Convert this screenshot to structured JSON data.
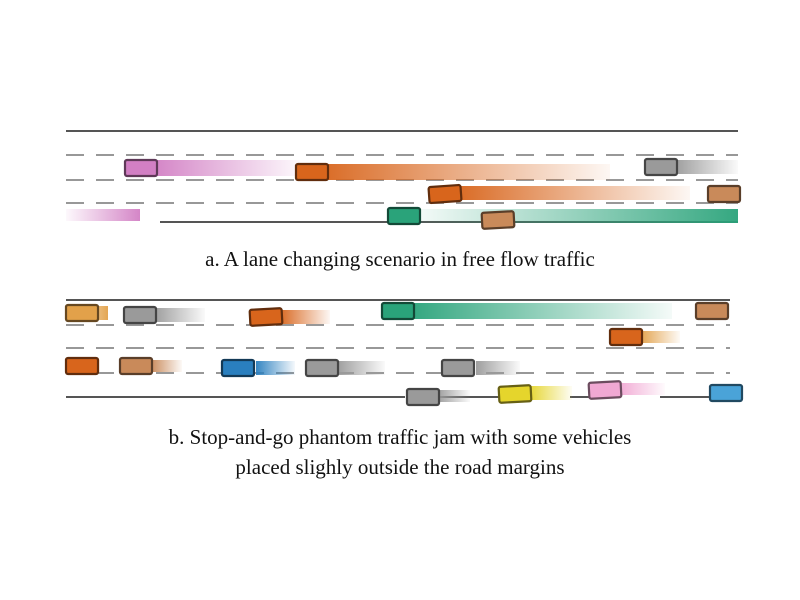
{
  "captions": {
    "a": "a. A lane changing scenario in free flow traffic",
    "b_line1": "b. Stop-and-go phantom traffic jam with some vehicles",
    "b_line2": "placed slighly outside the road margins"
  },
  "colors": {
    "road_line": "#555555",
    "lane_dash": "#8a8a8a",
    "magenta": "#d27fc4",
    "orange": "#d8651c",
    "green": "#2aa37a",
    "tan": "#c98a5a",
    "gray": "#9a9a9a",
    "amber": "#e2a14a",
    "blue": "#2a7fbf",
    "yellow": "#e5d52c",
    "pink": "#f1a8d3",
    "sky": "#4aa3d8"
  },
  "panels": [
    {
      "id": "a",
      "vehicles": [
        "magenta",
        "orange",
        "orange",
        "green",
        "tan",
        "gray",
        "tan"
      ]
    },
    {
      "id": "b",
      "vehicles": [
        "gray",
        "orange",
        "green",
        "tan",
        "orange",
        "tan",
        "blue",
        "gray",
        "gray",
        "gray",
        "yellow",
        "pink",
        "sky"
      ]
    }
  ]
}
